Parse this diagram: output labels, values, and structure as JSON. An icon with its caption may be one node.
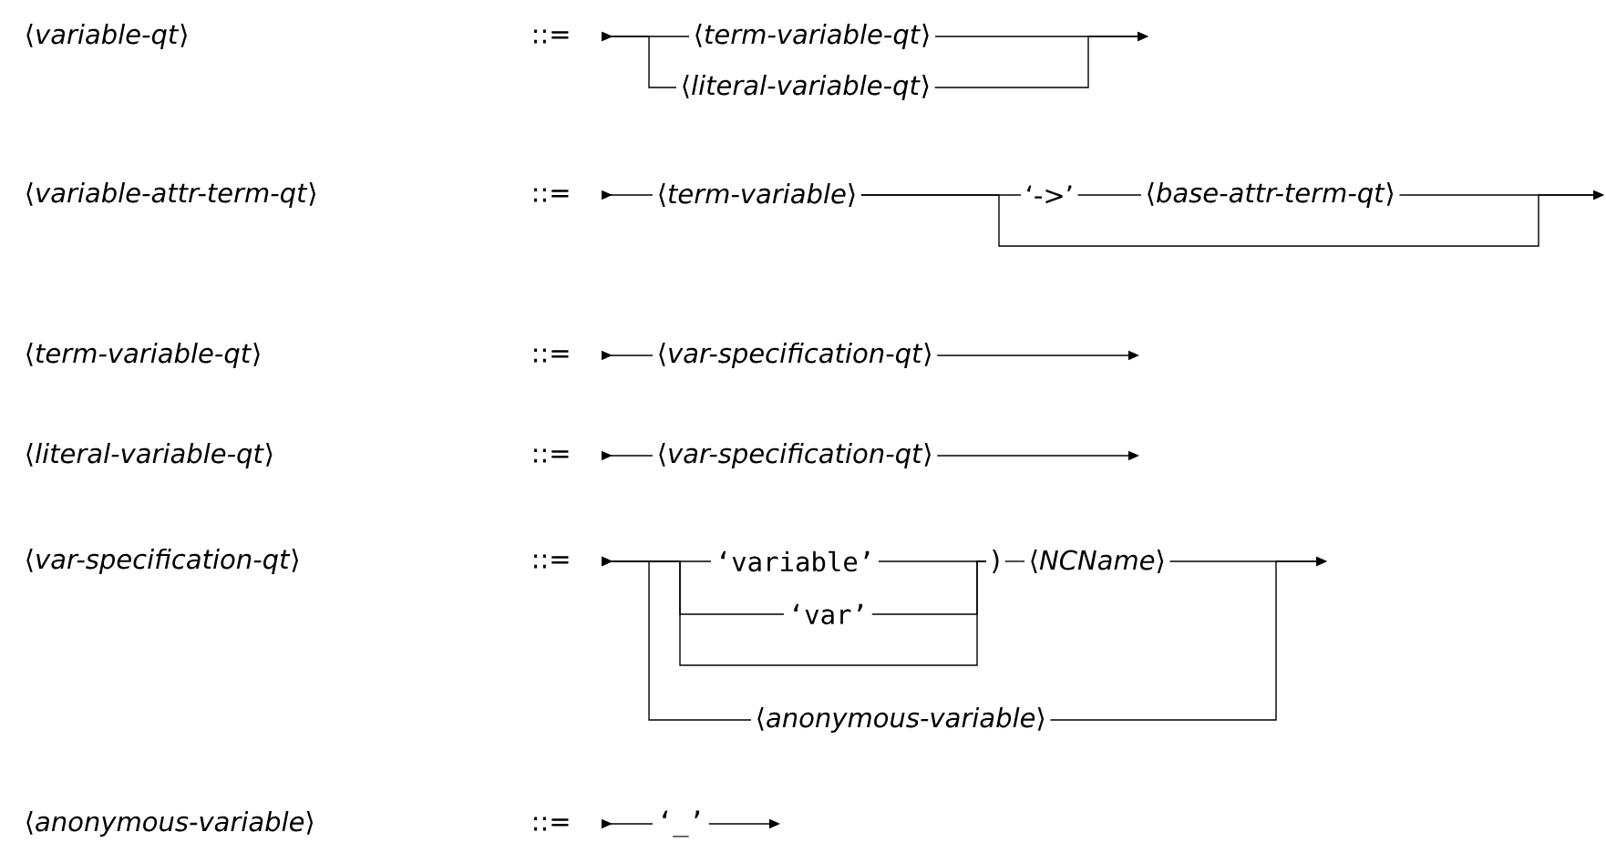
{
  "diagram": {
    "nodes": [
      {
        "text": [
          "⟨*term-variable-qt*⟩"
        ]
      },
      {
        "text": [
          "⟨*literal-variable-qt*⟩"
        ]
      },
      {
        "text": [
          "⟨*term-variable*⟩"
        ]
      },
      {
        "text": [
          "‘->’"
        ]
      },
      {
        "text": [
          "⟨*base-attr-term-qt*⟩"
        ]
      },
      {
        "text": [
          "⟨*var-specification-qt*⟩"
        ]
      },
      {
        "text": [
          "⟨*var-specification-qt*⟩"
        ]
      },
      {
        "text": [
          "‘variable’"
        ]
      },
      {
        "text": [
          "‘var’"
        ]
      },
      {
        "text": [
          ")"
        ]
      },
      {
        "text": [
          "⟨*NCName*⟩"
        ]
      },
      {
        "text": [
          "⟨*anonymous-variable*⟩"
        ]
      },
      {
        "text": [
          "‘_’"
        ]
      }
    ],
    "edges": [
      {
        "from": null,
        "to": 0,
        "arrow": "to"
      },
      {
        "from": null,
        "to": 1,
        "arrow": "to"
      },
      {
        "from": 0,
        "to": null,
        "arrow": "to"
      },
      {
        "from": 1,
        "to": null,
        "arrow": "to"
      },
      {
        "from": null,
        "to": 2,
        "arrow": "to"
      },
      {
        "from": 2,
        "to": 3,
        "arrow": "none"
      },
      {
        "from": 3,
        "to": 4,
        "arrow": "none"
      },
      {
        "from": 4,
        "to": null,
        "arrow": "to"
      },
      {
        "from": 2,
        "to": null,
        "arrow": "to"
      },
      {
        "from": null,
        "to": 5,
        "arrow": "to"
      },
      {
        "from": 5,
        "to": null,
        "arrow": "to"
      },
      {
        "from": null,
        "to": 6,
        "arrow": "to"
      },
      {
        "from": 6,
        "to": null,
        "arrow": "to"
      },
      {
        "from": null,
        "to": 7,
        "arrow": "to"
      },
      {
        "from": null,
        "to": 8,
        "arrow": "to"
      },
      {
        "from": null,
        "to": 9,
        "arrow": "to"
      },
      {
        "from": null,
        "to": 11,
        "arrow": "to"
      },
      {
        "from": 7,
        "to": 9,
        "arrow": "none"
      },
      {
        "from": 8,
        "to": 9,
        "arrow": "none"
      },
      {
        "from": 9,
        "to": 10,
        "arrow": "none"
      },
      {
        "from": 10,
        "to": null,
        "arrow": "to"
      },
      {
        "from": 11,
        "to": null,
        "arrow": "to"
      },
      {
        "from": null,
        "to": 12,
        "arrow": "to"
      },
      {
        "from": 12,
        "to": null,
        "arrow": "to"
      }
    ],
    "labels": [
      "⟨*variable-qt*⟩",
      "::=",
      "⟨*variable-attr-term-qt*⟩",
      "::=",
      "⟨*term-variable-qt*⟩",
      "::=",
      "⟨*literal-variable-qt*⟩",
      "::=",
      "⟨*var-specification-qt*⟩",
      "::=",
      "⟨*anonymous-variable*⟩",
      "::="
    ]
  }
}
